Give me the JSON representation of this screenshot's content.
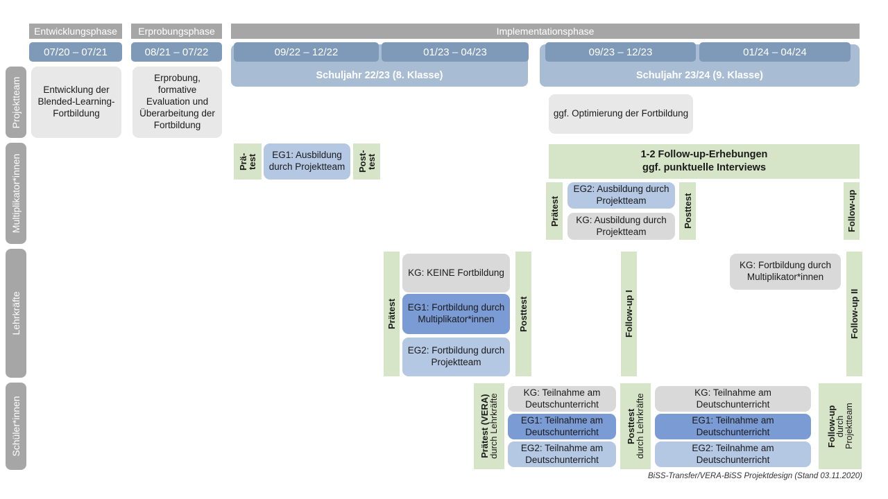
{
  "diagram": {
    "footer": "BiSS-Transfer/VERA-BiSS Projektdesign (Stand 03.11.2020)"
  },
  "colors": {
    "phase_bar": "#a6a6a6",
    "period": "#7e9ab8",
    "schoolyear": "#a8bcd4",
    "green": "#d6e5c7",
    "grey_card": "#e8e8e8",
    "grey_card_alt": "#d9d9d9",
    "eg1_blue": "#7b9bd5",
    "eg2_blue": "#b4c7e3",
    "sideband": "#a6a6a6"
  },
  "phases": [
    {
      "label": "Entwicklungsphase"
    },
    {
      "label": "Erprobungsphase"
    },
    {
      "label": "Implementationsphase"
    }
  ],
  "periods": [
    {
      "label": "07/20 – 07/21"
    },
    {
      "label": "08/21 – 07/22"
    },
    {
      "label": "09/22 – 12/22"
    },
    {
      "label": "01/23 – 04/23"
    },
    {
      "label": "09/23 – 12/23"
    },
    {
      "label": "01/24 – 04/24"
    }
  ],
  "school_years": [
    {
      "label": "Schuljahr 22/23 (8. Klasse)"
    },
    {
      "label": "Schuljahr 23/24 (9. Klasse)"
    }
  ],
  "swimlanes": [
    {
      "label": "Projektteam"
    },
    {
      "label": "Multiplikator*innen"
    },
    {
      "label": "Lehrkräfte"
    },
    {
      "label": "Schüler*innen"
    }
  ],
  "projektteam": {
    "entwicklung": "Entwicklung der Blended-Learning-Fortbildung",
    "erprobung": "Erprobung, formative Evaluation und Überarbeitung der Fortbildung",
    "optimierung": "ggf. Optimierung der Fortbildung"
  },
  "multiplikator": {
    "praetest_1": "Prä-\ntest",
    "praetest_1_line1": "Prä-",
    "praetest_1_line2": "test",
    "eg1_card": "EG1: Ausbildung durch Projektteam",
    "posttest_1_line1": "Post-",
    "posttest_1_line2": "test",
    "followup_banner_line1": "1-2 Follow-up-Erhebungen",
    "followup_banner_line2": "ggf. punktuelle Interviews",
    "praetest_2": "Prätest",
    "eg2_card": "EG2: Ausbildung durch Projektteam",
    "kg_card": "KG: Ausbildung durch Projektteam",
    "posttest_2": "Posttest",
    "followup": "Follow-up"
  },
  "lehrkraefte": {
    "praetest": "Prätest",
    "kg_card": "KG:  KEINE Fortbildung",
    "eg1_card": "EG1: Fortbildung durch Multiplikator*innen",
    "eg2_card": "EG2: Fortbildung durch Projektteam",
    "posttest": "Posttest",
    "followup_1": "Follow-up I",
    "kg_card_2": "KG: Fortbildung durch Multiplikator*innen",
    "followup_2": "Follow-up II"
  },
  "schueler": {
    "praetest_bold": "Prätest (VERA)",
    "praetest_sub": "durch Lehrkräfte",
    "block1": [
      {
        "label": "KG: Teilnahme am Deutschunterricht",
        "style": "grey"
      },
      {
        "label": "EG1: Teilnahme am Deutschunterricht",
        "style": "eg1"
      },
      {
        "label": "EG2: Teilnahme am Deutschunterricht",
        "style": "eg2"
      }
    ],
    "posttest_bold": "Posttest",
    "posttest_sub": "durch Lehrkräfte",
    "block2": [
      {
        "label": "KG: Teilnahme am Deutschunterricht",
        "style": "grey"
      },
      {
        "label": "EG1: Teilnahme am Deutschunterricht",
        "style": "eg1"
      },
      {
        "label": "EG2: Teilnahme am Deutschunterricht",
        "style": "eg2"
      }
    ],
    "followup_bold": "Follow-up",
    "followup_sub1": "durch",
    "followup_sub2": "Projektteam"
  }
}
